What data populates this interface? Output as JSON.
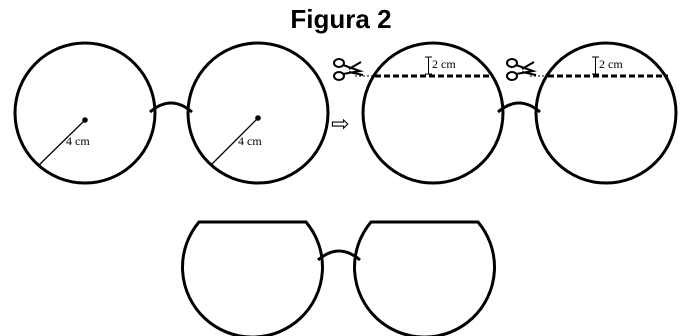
{
  "figure": {
    "title": "Figura 2",
    "radius_label": "4 cm",
    "cut_label": "2 cm",
    "arrow_glyph": "⇨",
    "scissors_icon": "scissors-icon"
  },
  "colors": {
    "stroke": "#000000",
    "background": "#ffffff"
  }
}
